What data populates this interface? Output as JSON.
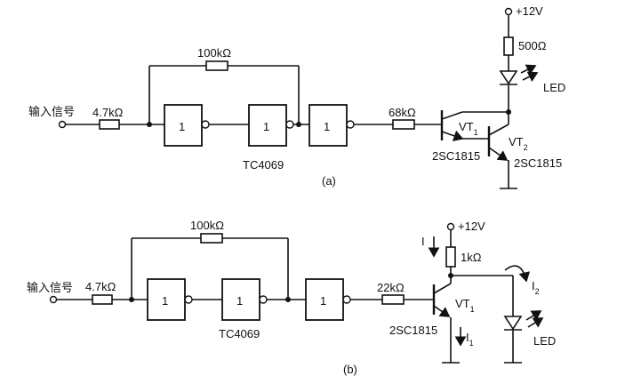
{
  "circuit_a": {
    "input_label": "输入信号",
    "r_in": "4.7kΩ",
    "r_feedback": "100kΩ",
    "gate_label": "1",
    "ic_label": "TC4069",
    "r_base": "68kΩ",
    "vt1": "VT",
    "vt1_sub": "1",
    "vt2": "VT",
    "vt2_sub": "2",
    "vt1_part": "2SC1815",
    "vt2_part": "2SC1815",
    "supply": "+12V",
    "r_led": "500Ω",
    "led": "LED",
    "caption": "(a)"
  },
  "circuit_b": {
    "input_label": "输入信号",
    "r_in": "4.7kΩ",
    "r_feedback": "100kΩ",
    "gate_label": "1",
    "ic_label": "TC4069",
    "r_base": "22kΩ",
    "vt1": "VT",
    "vt1_sub": "1",
    "vt1_part": "2SC1815",
    "supply": "+12V",
    "r_collector": "1kΩ",
    "current_i": "I",
    "current_i1": "I",
    "current_i1_sub": "1",
    "current_i2": "I",
    "current_i2_sub": "2",
    "led": "LED",
    "caption": "(b)"
  }
}
